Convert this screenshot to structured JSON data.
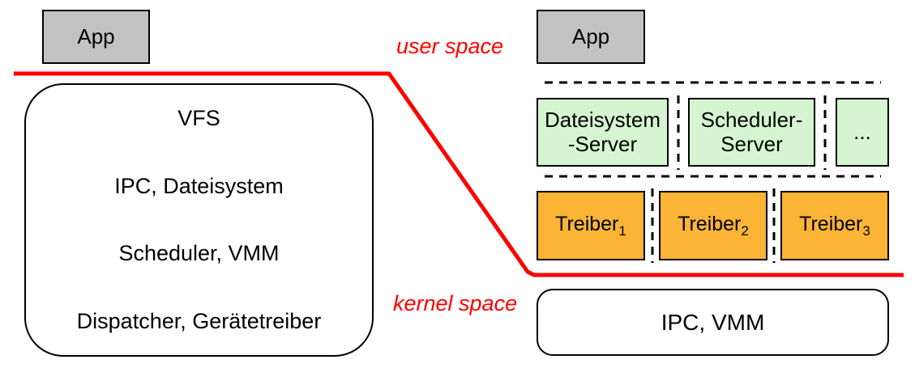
{
  "colors": {
    "boundary_red": "#FF0000",
    "app_gray": "#C2C2C2",
    "server_green": "#D5F5D1",
    "driver_orange": "#FBB435",
    "line_black": "#000000"
  },
  "labels": {
    "user_space": "user space",
    "kernel_space": "kernel space"
  },
  "monolithic": {
    "app_label": "App",
    "layers": [
      "VFS",
      "IPC, Dateisystem",
      "Scheduler, VMM",
      "Dispatcher, Gerätetreiber"
    ]
  },
  "microkernel": {
    "app_label": "App",
    "servers": [
      {
        "line1": "Dateisystem",
        "line2": "-Server"
      },
      {
        "line1": "Scheduler-",
        "line2": "Server"
      },
      {
        "line1": "...",
        "line2": ""
      }
    ],
    "drivers": [
      {
        "base": "Treiber",
        "sub": "1"
      },
      {
        "base": "Treiber",
        "sub": "2"
      },
      {
        "base": "Treiber",
        "sub": "3"
      }
    ],
    "kernel_box_label": "IPC, VMM"
  }
}
